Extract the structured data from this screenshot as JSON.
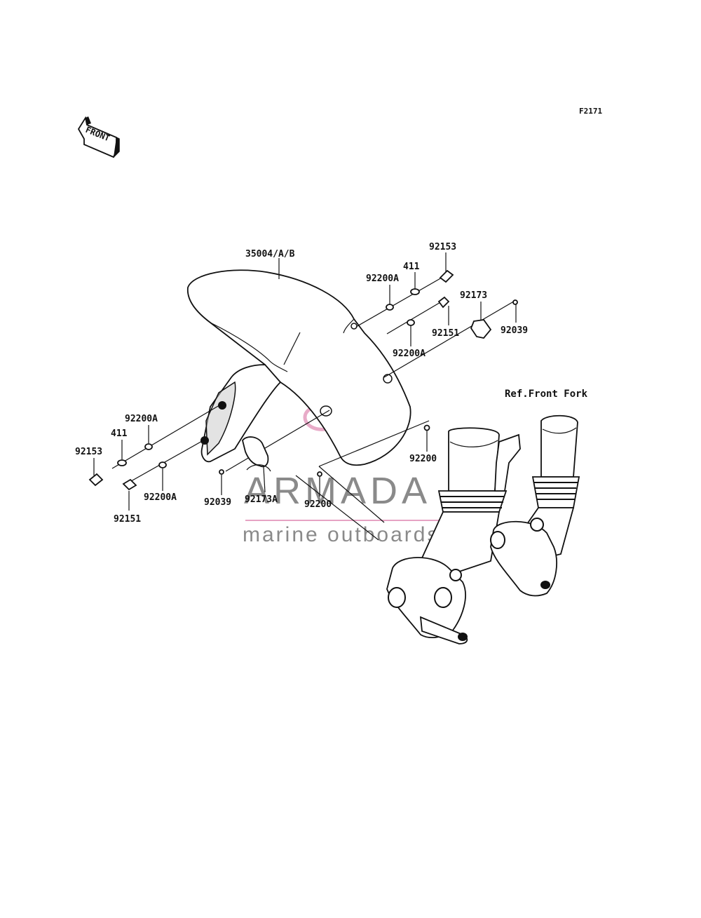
{
  "figure_code": "F2171",
  "front_label": "FRONT",
  "reference_label": "Ref.Front Fork",
  "watermark": {
    "title": "ARMADA",
    "subtitle": "marine outboards",
    "accent_color": "#e6a3c3"
  },
  "callouts": {
    "fender": "35004/A/B",
    "bolt_right_top": "92153",
    "washer_right_top": "411",
    "collar_right_top": "92200A",
    "bolt_right_mid": "92151",
    "collar_right_mid": "92200A",
    "clamp_right": "92173",
    "screw_right": "92039",
    "grommet_right": "92200",
    "collar_left_top": "92200A",
    "washer_left": "411",
    "bolt_left_top": "92153",
    "collar_left_bottom": "92200A",
    "bolt_left_bottom": "92151",
    "screw_left": "92039",
    "clamp_left": "92173A",
    "grommet_left": "92200"
  }
}
